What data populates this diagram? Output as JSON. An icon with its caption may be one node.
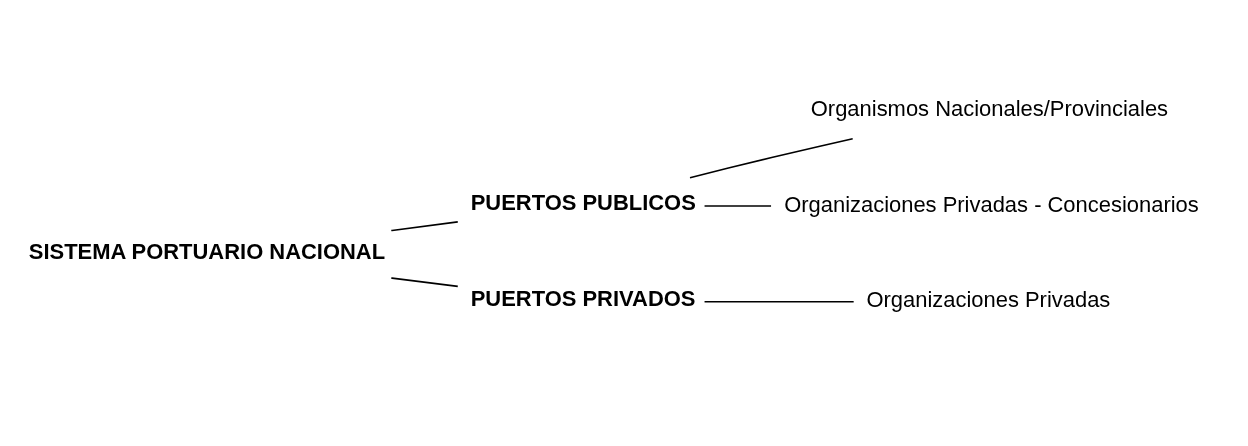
{
  "diagram": {
    "nodes": [
      {
        "text": [
          "SISTEMA PORTUARIO NACIONAL"
        ]
      },
      {
        "text": [
          "PUERTOS PUBLICOS"
        ]
      },
      {
        "text": [
          "Organismos Nacionales/Provinciales"
        ]
      },
      {
        "text": [
          "Organizaciones Privadas - Concesionarios"
        ]
      },
      {
        "text": [
          "PUERTOS PRIVADOS"
        ]
      },
      {
        "text": [
          "Organizaciones Privadas"
        ]
      }
    ],
    "edges": [
      {
        "from": 0,
        "to": 1,
        "arrow": "none"
      },
      {
        "from": 0,
        "to": 4,
        "arrow": "none"
      },
      {
        "from": 1,
        "to": 2,
        "arrow": "none"
      },
      {
        "from": 1,
        "to": 3,
        "arrow": "none"
      },
      {
        "from": 4,
        "to": 5,
        "arrow": "none"
      }
    ]
  }
}
